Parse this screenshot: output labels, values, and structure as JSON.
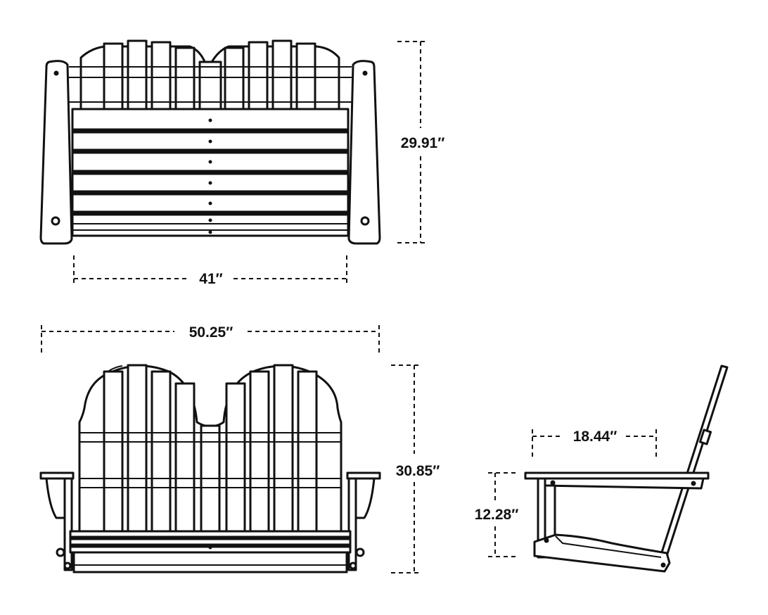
{
  "title": "Swing bench dimension diagram",
  "dimensions": {
    "top_view_depth": "29.91″",
    "top_view_seat_width": "41″",
    "front_view_overall_width": "50.25″",
    "front_view_height": "30.85″",
    "side_view_seat_depth": "18.44″",
    "side_view_seat_height": "12.28″"
  }
}
